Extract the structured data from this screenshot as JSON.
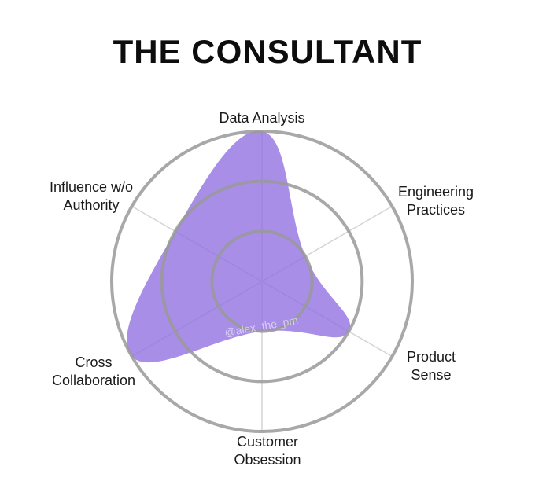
{
  "title": "THE CONSULTANT",
  "watermark": "@alex_the_pm",
  "chart_data": {
    "type": "radar",
    "axes": [
      "Data Analysis",
      "Engineering\nPractices",
      "Product\nSense",
      "Customer\nObsession",
      "Cross\nCollaboration",
      "Influence w/o\nAuthority"
    ],
    "rings": 3,
    "max": 3,
    "values": [
      3,
      1,
      2,
      1,
      3,
      2
    ],
    "fill_color": "#8f6ee0",
    "ring_color": "#999999",
    "grid": true
  }
}
